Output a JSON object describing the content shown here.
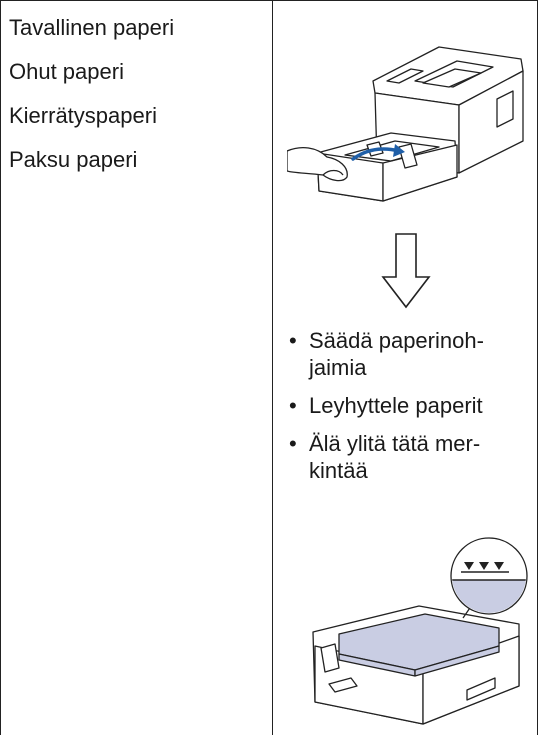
{
  "paper_types": [
    {
      "label": "Tavallinen paperi"
    },
    {
      "label": "Ohut paperi"
    },
    {
      "label": "Kierrätyspaperi"
    },
    {
      "label": "Paksu paperi"
    }
  ],
  "instructions": [
    {
      "bullet": "•",
      "text": "Säädä paperinoh-\njaimia"
    },
    {
      "bullet": "•",
      "text": "Leyhyttele paperit"
    },
    {
      "bullet": "•",
      "text": "Älä ylitä tätä mer-\nkintää"
    }
  ],
  "colors": {
    "line": "#222222",
    "paper_fill": "#c9cde3",
    "arrow_blue": "#1f5fa8"
  },
  "icons": {
    "printer": "printer-with-open-tray-illustration",
    "arrow": "down-arrow-icon",
    "tray": "paper-tray-limit-mark-illustration"
  }
}
